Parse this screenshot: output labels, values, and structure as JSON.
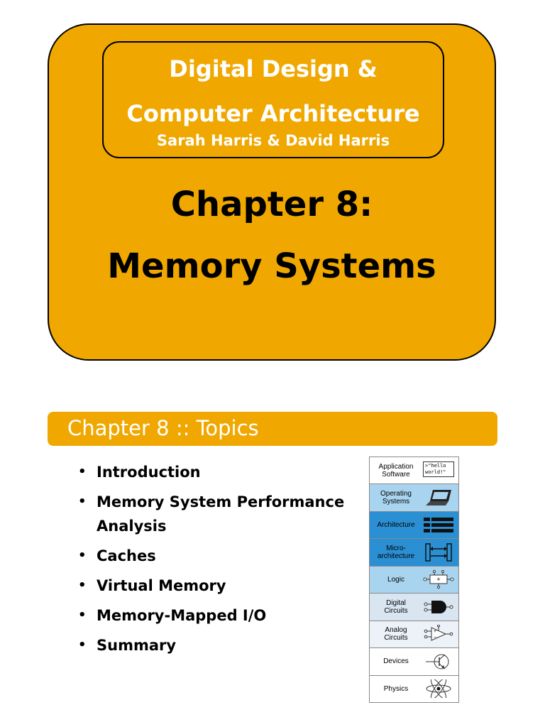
{
  "title_slide": {
    "book_title": "Digital Design &\nComputer Architecture",
    "authors": "Sarah Harris & David Harris",
    "chapter_title": "Chapter 8:\nMemory Systems"
  },
  "topics_slide": {
    "heading": "Chapter 8 :: Topics",
    "bullet_glyph": "•",
    "topics": [
      "Introduction",
      "Memory System Performance Analysis",
      "Caches",
      "Virtual Memory",
      "Memory-Mapped I/O",
      "Summary"
    ]
  },
  "abstraction_stack": {
    "layers": [
      {
        "label": "Application\nSoftware",
        "icon": "hello-world-icon",
        "icon_text": ">\"hello\nworld!\"",
        "color": "#ffffff"
      },
      {
        "label": "Operating\nSystems",
        "icon": "laptop-icon",
        "color": "#a9d4ef"
      },
      {
        "label": "Architecture",
        "icon": "instruction-list-icon",
        "color": "#2b8fd3"
      },
      {
        "label": "Micro-\narchitecture",
        "icon": "datapath-icon",
        "color": "#2b8fd3"
      },
      {
        "label": "Logic",
        "icon": "adder-icon",
        "color": "#a9d4ef"
      },
      {
        "label": "Digital\nCircuits",
        "icon": "and-gate-icon",
        "color": "#d9e6f2"
      },
      {
        "label": "Analog\nCircuits",
        "icon": "amplifier-icon",
        "color": "#edf2f8"
      },
      {
        "label": "Devices",
        "icon": "transistor-icon",
        "color": "#ffffff"
      },
      {
        "label": "Physics",
        "icon": "atom-icon",
        "color": "#ffffff"
      }
    ]
  },
  "colors": {
    "accent": "#f0a800",
    "white_text": "#ffffff"
  }
}
